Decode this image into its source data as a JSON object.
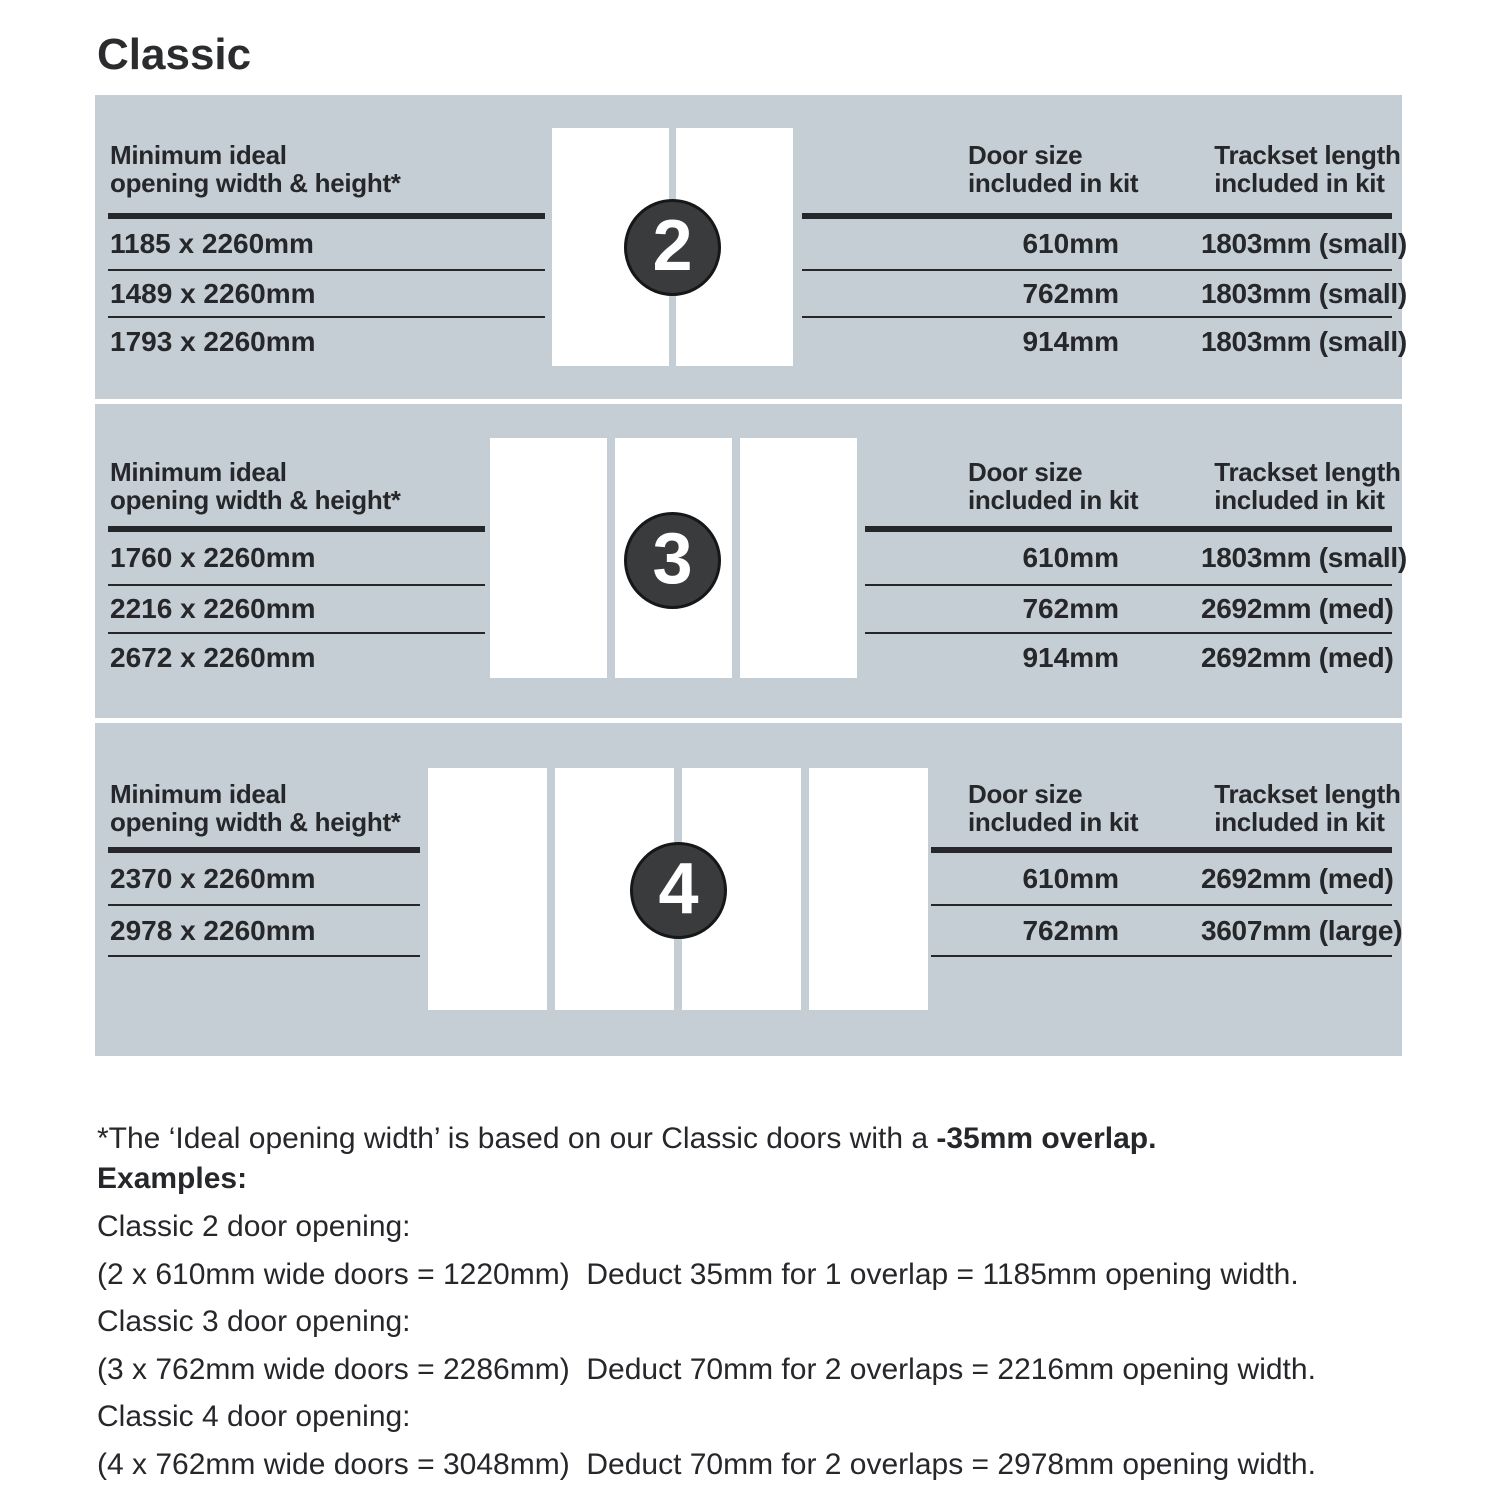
{
  "title": "Classic",
  "colors": {
    "board_bg": "#c6ced5",
    "ink": "#26272a",
    "badge_bg": "#3a3b3c",
    "badge_border": "#161718",
    "door_fill": "#ffffff"
  },
  "table_headers": {
    "opening_line1": "Minimum ideal",
    "opening_line2": "opening width & height*",
    "door_size_line1": "Door size",
    "door_size_line2": "included in kit",
    "trackset_line1": "Trackset length",
    "trackset_line2": "included in kit"
  },
  "sections": [
    {
      "door_count": "2",
      "rows": [
        {
          "opening": "1185 x 2260mm",
          "door_size": "610mm",
          "trackset": "1803mm (small)"
        },
        {
          "opening": "1489 x 2260mm",
          "door_size": "762mm",
          "trackset": "1803mm (small)"
        },
        {
          "opening": "1793 x 2260mm",
          "door_size": "914mm",
          "trackset": "1803mm (small)"
        }
      ]
    },
    {
      "door_count": "3",
      "rows": [
        {
          "opening": "1760 x 2260mm",
          "door_size": "610mm",
          "trackset": "1803mm (small)"
        },
        {
          "opening": "2216 x 2260mm",
          "door_size": "762mm",
          "trackset": "2692mm (med)"
        },
        {
          "opening": "2672 x 2260mm",
          "door_size": "914mm",
          "trackset": "2692mm (med)"
        }
      ]
    },
    {
      "door_count": "4",
      "rows": [
        {
          "opening": "2370 x 2260mm",
          "door_size": "610mm",
          "trackset": "2692mm (med)"
        },
        {
          "opening": "2978 x 2260mm",
          "door_size": "762mm",
          "trackset": "3607mm (large)"
        }
      ]
    }
  ],
  "footnote": {
    "regular": "*The ‘Ideal opening width’ is based on our Classic doors with a ",
    "bold": "-35mm overlap."
  },
  "examples": {
    "heading": "Examples:",
    "lines": [
      "Classic 2 door opening:",
      "(2 x 610mm wide doors = 1220mm)  Deduct 35mm for 1 overlap = 1185mm opening width.",
      "Classic 3 door opening:",
      "(3 x 762mm wide doors = 2286mm)  Deduct 70mm for 2 overlaps = 2216mm opening width.",
      "Classic 4 door opening:",
      "(4 x 762mm wide doors = 3048mm)  Deduct 70mm for 2 overlaps = 2978mm opening width."
    ]
  }
}
